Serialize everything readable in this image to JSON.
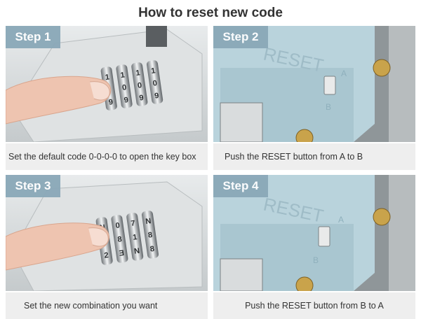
{
  "title": "How to reset new code",
  "steps": [
    {
      "label": "Step 1",
      "caption": "Set the default code 0-0-0-0 to open the key box",
      "dials": [
        [
          "1",
          "0",
          "9"
        ],
        [
          "1",
          "0",
          "9"
        ],
        [
          "1",
          "0",
          "9"
        ],
        [
          "1",
          "0",
          "9"
        ]
      ]
    },
    {
      "label": "Step 2",
      "caption": "Push the RESET button from A to B",
      "engraving": "RESET",
      "pos_a": "A",
      "pos_b": "B"
    },
    {
      "label": "Step 3",
      "caption": "Set the new combination you want",
      "dials": [
        [
          "N",
          "1",
          "2"
        ],
        [
          "0",
          "8",
          "Ǝ"
        ],
        [
          "7",
          "1",
          "N"
        ],
        [
          "N",
          "8",
          "8"
        ]
      ]
    },
    {
      "label": "Step 4",
      "caption": "Push the RESET button from B to A",
      "engraving": "RESET",
      "pos_a": "A",
      "pos_b": "B"
    }
  ]
}
